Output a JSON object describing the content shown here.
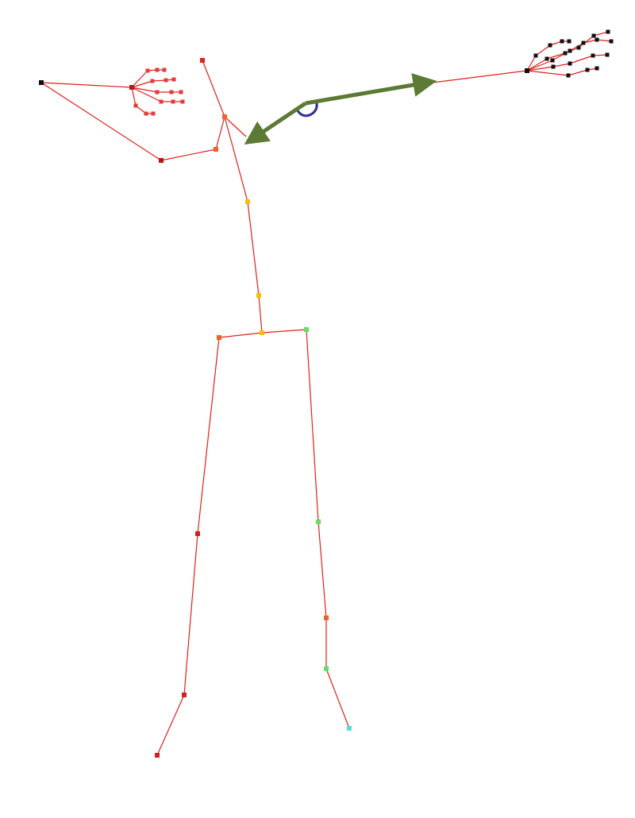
{
  "figure": {
    "background": "#ffffff",
    "bone_color": "#e0201c",
    "arrow_color": "#5b7a34",
    "angle_arc_color": "#2f2f9a"
  },
  "joints": [
    {
      "id": "head-top",
      "color": "#e0201c"
    },
    {
      "id": "neck",
      "color": "#f0602a"
    },
    {
      "id": "right-shoulder",
      "color": "#f0602a"
    },
    {
      "id": "right-elbow",
      "color": "#b01818"
    },
    {
      "id": "right-wrist",
      "color": "#111111"
    },
    {
      "id": "right-hand-root",
      "color": "#b01818"
    },
    {
      "id": "left-hand-root",
      "color": "#111111"
    },
    {
      "id": "spine-upper",
      "color": "#f2c200"
    },
    {
      "id": "spine-lower",
      "color": "#f2c200"
    },
    {
      "id": "pelvis",
      "color": "#f2c200"
    },
    {
      "id": "right-hip",
      "color": "#f0602a"
    },
    {
      "id": "left-hip",
      "color": "#66dd66"
    },
    {
      "id": "right-knee",
      "color": "#d42020"
    },
    {
      "id": "right-ankle",
      "color": "#d42020"
    },
    {
      "id": "right-foot",
      "color": "#d42020"
    },
    {
      "id": "left-knee",
      "color": "#66dd66"
    },
    {
      "id": "left-shin",
      "color": "#f0602a"
    },
    {
      "id": "left-ankle",
      "color": "#66dd66"
    },
    {
      "id": "left-foot",
      "color": "#55e0e0"
    }
  ],
  "hand_left_color": "#e63a3a",
  "hand_right_color": "#111111"
}
